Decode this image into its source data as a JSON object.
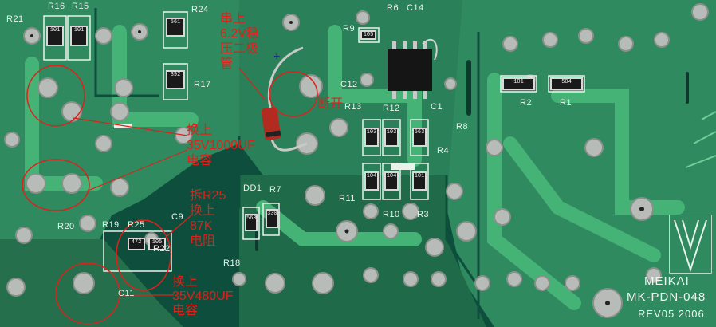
{
  "annotations": [
    {
      "id": "series-zener",
      "text": "串上\n6.2V稳\n压二极\n管"
    },
    {
      "id": "break",
      "text": "断开"
    },
    {
      "id": "cap-35v1000",
      "text": "换上\n35V1000UF\n电容"
    },
    {
      "id": "r25",
      "text": "拆R25\n换上\n87K\n电阻"
    },
    {
      "id": "cap-35v480",
      "text": "换上\n35V480UF\n电容"
    }
  ],
  "silkscreen": [
    "R21",
    "R16",
    "R15",
    "R24",
    "R17",
    "R9",
    "R6",
    "C14",
    "C12",
    "R13",
    "R12",
    "C1",
    "R8",
    "R4",
    "R11",
    "R10",
    "R3",
    "DD1",
    "R7",
    "R18",
    "R19",
    "R25",
    "R20",
    "R22",
    "C9",
    "C11",
    "R2",
    "R1"
  ],
  "brand": {
    "maker": "MEIKAI",
    "model": "MK-PDN-048",
    "rev": "REV05 2006."
  },
  "smd_codes": [
    "101",
    "101",
    "561",
    "392",
    "105",
    "103",
    "103",
    "104",
    "104",
    "563",
    "101",
    "101",
    "504",
    "563",
    "330",
    "472",
    "105"
  ],
  "colors": {
    "board": "#0d4f3c",
    "copper": "#2f8a5f",
    "trace": "#3ea56d",
    "solder": "#b8bcb8",
    "ink": "#e0201a",
    "silk": "#e9f3ec"
  }
}
